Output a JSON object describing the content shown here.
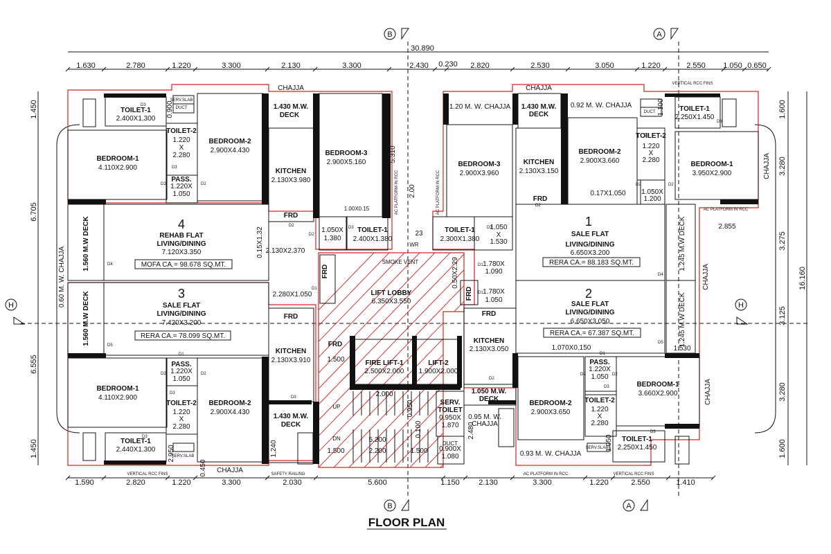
{
  "title": "FLOOR PLAN",
  "grid_labels": {
    "b": "B",
    "a": "A",
    "h": "H"
  },
  "overall_dim": "30.890",
  "top_dims": [
    "1.630",
    "2.780",
    "1.220",
    "3.300",
    "2.130",
    "3.300",
    "2.430",
    "0.230",
    "2.820",
    "2.530",
    "3.050",
    "1.220",
    "2.550",
    "1.050",
    "0.650"
  ],
  "bottom_dims": [
    "1.590",
    "2.820",
    "1.220",
    "3.300",
    "2.030",
    "5.600",
    "1.150",
    "2.130",
    "3.300",
    "1.220",
    "2.550",
    "1.410"
  ],
  "left_dims": [
    "1.450",
    "6.705",
    "6.555",
    "1.450"
  ],
  "right_dims": [
    "1.600",
    "3.280",
    "3.275",
    "3.125",
    "3.280",
    "1.600"
  ],
  "right_total": "16.160",
  "flats": [
    {
      "no": "4",
      "type": "REHAB FLAT",
      "room": "LIVING/DINING",
      "size": "7.120X3.350",
      "area": "MOFA CA.= 98.678 SQ.MT."
    },
    {
      "no": "3",
      "type": "SALE FLAT",
      "room": "LIVING/DINING",
      "size": "7.420X3.200",
      "area": "RERA CA.= 78.099 SQ.MT."
    },
    {
      "no": "1",
      "type": "SALE FLAT",
      "room": "LIVING/DINING",
      "size": "6.650X3.200",
      "area": "RERA CA.= 88.183 SQ.MT."
    },
    {
      "no": "2",
      "type": "SALE FLAT",
      "room": "LIVING/DINING",
      "size": "6.650X3.050",
      "area": "RERA CA.= 67.387 SQ.MT."
    }
  ],
  "rooms": [
    {
      "name": "TOILET-1",
      "size": "2.400X1.300"
    },
    {
      "name": "TOILET-2",
      "size": "1.220"
    },
    {
      "name": "BEDROOM-2",
      "size": "2.900X4.430"
    },
    {
      "name": "1.430 M.W.",
      "size": "DECK"
    },
    {
      "name": "BEDROOM-3",
      "size": "2.900X5.160"
    },
    {
      "name": "BEDROOM-1",
      "size": "4.110X2.900"
    },
    {
      "name": "PASS.",
      "size": "1.220X"
    },
    {
      "name": "KITCHEN",
      "size": "2.130X3.980"
    },
    {
      "name": "TOILET-1",
      "size": "2.400X1.380"
    },
    {
      "name": "BEDROOM-3",
      "size": "2.900X3.960"
    },
    {
      "name": "1.430 M.W.",
      "size": "DECK"
    },
    {
      "name": "KITCHEN",
      "size": "2.130X3.150"
    },
    {
      "name": "BEDROOM-2",
      "size": "2.900X3.660"
    },
    {
      "name": "TOILET-2",
      "size": "1.220"
    },
    {
      "name": "TOILET-1",
      "size": "2.250X1.450"
    },
    {
      "name": "BEDROOM-1",
      "size": "3.950X2.900"
    },
    {
      "name": "TOILET-1",
      "size": "2.300X1.380"
    },
    {
      "name": "LIFT LOBBY",
      "size": "6.350X3.550"
    },
    {
      "name": "KITCHEN",
      "size": "2.130X3.910"
    },
    {
      "name": "BEDROOM-1",
      "size": "4.110X2.900"
    },
    {
      "name": "PASS.",
      "size": "1.220X"
    },
    {
      "name": "TOILET-2",
      "size": "1.220"
    },
    {
      "name": "BEDROOM-2",
      "size": "2.900X4.430"
    },
    {
      "name": "1.430 M.W.",
      "size": "DECK"
    },
    {
      "name": "TOILET-1",
      "size": "2.440X1.300"
    },
    {
      "name": "FIRE LIFT-1",
      "size": "2.500X2.000"
    },
    {
      "name": "LIFT-2",
      "size": "1.900X2.000"
    },
    {
      "name": "KITCHEN",
      "size": "2.130X3.050"
    },
    {
      "name": "1.050 M.W.",
      "size": "DECK"
    },
    {
      "name": "BEDROOM-2",
      "size": "2.900X3.650"
    },
    {
      "name": "PASS.",
      "size": "1.220X"
    },
    {
      "name": "TOILET-2",
      "size": "1.220"
    },
    {
      "name": "BEDROOM-1",
      "size": "3.660X2.900"
    },
    {
      "name": "TOILET-1",
      "size": "2.250X1.450"
    },
    {
      "name": "SERV.",
      "size": "TOILET"
    }
  ],
  "labels": {
    "chajja": "CHAJJA",
    "chajja_120": "1.20 M. W. CHAJJA",
    "chajja_092": "0.92 M. W. CHAJJA",
    "chajja_093": "0.93 M. W. CHAJJA",
    "chajja_095": "0.95 M. W.",
    "chajja_095b": "CHAJJA",
    "chajja_060": "0.60 M. W. CHAJJA",
    "deck_1560a": "1.560 M.W DECK",
    "deck_1560b": "1.560 M.W DECK",
    "deck_1245a": "1.245 M.W DECK",
    "deck_1245b": "1.245 M.W DECK",
    "frd": "FRD",
    "smoke": "SMOKE VENT",
    "duct": "DUCT",
    "serv_slab": "SERV.SLAB",
    "rcc_fins": "VERTICAL RCC FINS",
    "ac_platform": "AC PLATFORM IN RCC",
    "safety": "SAFETY RAILING",
    "up": "UP",
    "dn": "DN",
    "wr": "WR",
    "x": "X",
    "d2": "D2",
    "d3": "D3",
    "d1": "D1",
    "d4": "D4",
    "d5": "D5"
  },
  "misc_dims": {
    "m1": "2.280",
    "m2": "1.050",
    "m3": "2.130X2.370",
    "m4": "0.15X1.32",
    "m5": "1.00X0.15",
    "m6": "1.050X",
    "m7": "1.380",
    "m8": "2.00",
    "m9": "23",
    "m10": "5.310",
    "m11": "1.050",
    "m12": "X",
    "m13": "1.530",
    "m14": "1.780X",
    "m15": "1.090",
    "m16": "1.780X",
    "m17": "1.050",
    "m18": "2.280X1.050",
    "m19": "0.50X2.29",
    "m20": "0.17X1.050",
    "m21": "1.050X",
    "m22": "1.200",
    "m23": "2.855",
    "m24": "1.070X0.150",
    "m25": "1.530",
    "m26": "2.280",
    "m27": "1.500",
    "m28": "2.000",
    "m29": "5.200",
    "m30": "2.200",
    "m31": "1.500",
    "m32": "1.500",
    "m33": "0.950X",
    "m34": "1.870",
    "m35": "1.240",
    "m36": "2.480",
    "m37": "0.100",
    "m38": "0.450",
    "m39": "0.950",
    "m40": "1.080",
    "m41": "0.900X",
    "m42": "2.950",
    "m43": "0.900",
    "m44": "1.050",
    "m45": "2.280",
    "m46": "1.100",
    "m47": "1.050",
    "m48": "1.050",
    "m49": "2.280"
  }
}
